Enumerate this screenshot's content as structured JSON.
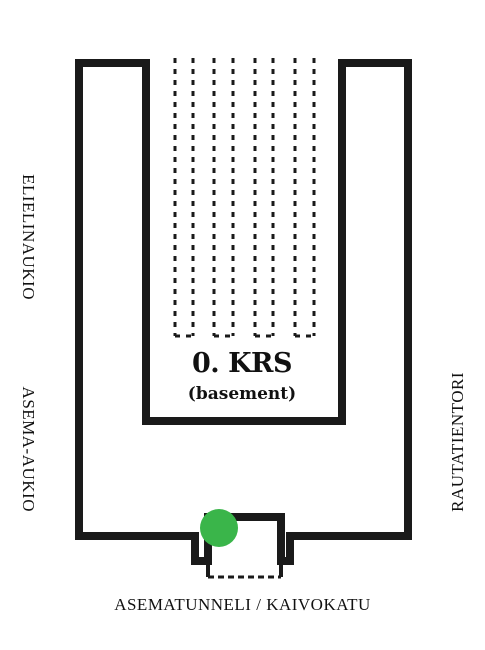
{
  "map": {
    "floor_title": "0. KRS",
    "floor_subtitle": "(basement)",
    "labels": {
      "left_top": "ELIELINAUKIO",
      "left_bottom": "ASEMA-AUKIO",
      "right": "RAUTATIENTORI",
      "bottom": "ASEMATUNNELI / KAIVOKATU"
    },
    "marker": {
      "icon": "you-are-here-dot",
      "color": "#3ab54a"
    },
    "colors": {
      "wall": "#1a1a1a",
      "background": "#ffffff"
    }
  }
}
